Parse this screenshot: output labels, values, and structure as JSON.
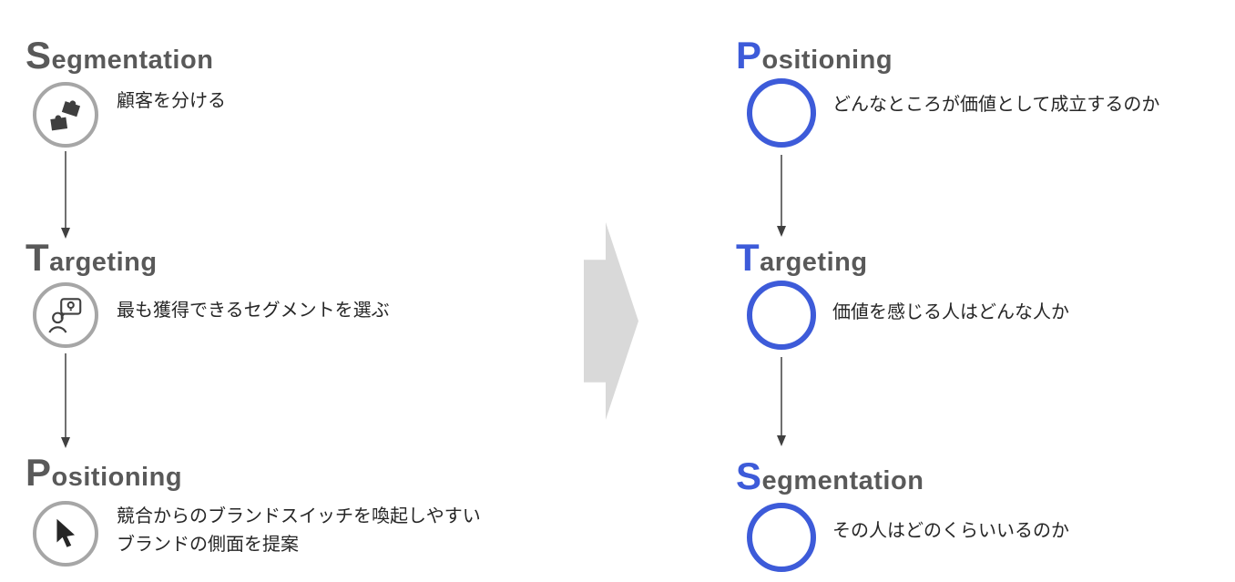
{
  "left_flow": {
    "steps": [
      {
        "initial": "S",
        "rest": "egmentation",
        "icon": "puzzle-icon",
        "desc": "顧客を分ける"
      },
      {
        "initial": "T",
        "rest": "argeting",
        "icon": "idea-person-icon",
        "desc": "最も獲得できるセグメントを選ぶ"
      },
      {
        "initial": "P",
        "rest": "ositioning",
        "icon": "cursor-icon",
        "desc_line1": "競合からのブランドスイッチを喚起しやすい",
        "desc_line2": "ブランドの側面を提案"
      }
    ]
  },
  "right_flow": {
    "steps": [
      {
        "initial": "P",
        "rest": "ositioning",
        "desc": "どんなところが価値として成立するのか"
      },
      {
        "initial": "T",
        "rest": "argeting",
        "desc": "価値を感じる人はどんな人か"
      },
      {
        "initial": "S",
        "rest": "egmentation",
        "desc": "その人はどのくらいいるのか"
      }
    ]
  },
  "colors": {
    "accent_blue": "#3D5BD9",
    "heading_gray": "#595959",
    "text_dark": "#262626",
    "block_arrow_gray": "#D9D9D9",
    "icon_ring_gray": "#A6A6A6"
  }
}
